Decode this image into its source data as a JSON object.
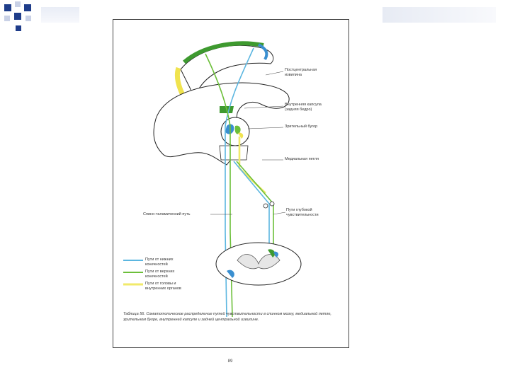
{
  "colors": {
    "lower_limbs": "#5bb6e0",
    "upper_limbs": "#6cbf3a",
    "head_organs": "#f1ea6a",
    "cortex_green": "#3e9a2f",
    "cortex_yellow": "#f0e34e",
    "cortex_blue": "#3a8fd0",
    "slide_decor": "#1f3d8a"
  },
  "labels": {
    "postcentral_gyrus": "Постцентральная\nизвилина",
    "internal_capsule": "Внутренняя капсула\n(задняя бедро)",
    "thalamus": "Зрительный бугор",
    "medial_lemniscus": "Медиальная петля",
    "spinothalamic": "Спино-таламический путь",
    "deep_sensitivity": "Пути глубокой чувствительности"
  },
  "legend": [
    {
      "text": "Пути от нижних\nконечностей",
      "color_key": "lower_limbs"
    },
    {
      "text": "Пути от верхних\nконечностей",
      "color_key": "upper_limbs"
    },
    {
      "text": "Пути от головы и внутренних органов",
      "color_key": "head_organs"
    }
  ],
  "caption": "Таблица 56. Соматотопическое распределение путей чувствительности в спинном мозгу, медиальной петле, зрительном бугре, внутренней капсуле и задней центральной извилине.",
  "page_number": "89"
}
